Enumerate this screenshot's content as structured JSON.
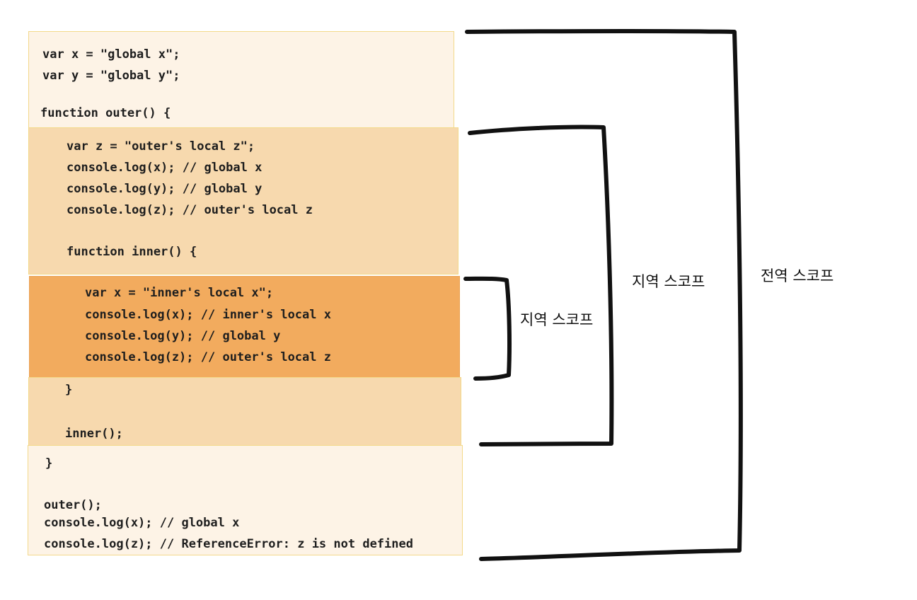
{
  "code": {
    "global_top": [
      "var x = \"global x\";",
      "var y = \"global y\";",
      "function outer() {"
    ],
    "outer_top": [
      "var z = \"outer's local z\";",
      "console.log(x); // global x",
      "console.log(y); // global y",
      "console.log(z); // outer's local z",
      "function inner() {"
    ],
    "inner": [
      "var x = \"inner's local x\";",
      "console.log(x); // inner's local x",
      "console.log(y); // global y",
      "console.log(z); // outer's local z"
    ],
    "outer_bottom": [
      "}",
      "inner();"
    ],
    "global_bottom": [
      "}",
      "outer();",
      "console.log(x); // global x",
      "console.log(z); // ReferenceError: z is not defined"
    ]
  },
  "labels": {
    "inner_scope": "지역 스코프",
    "outer_scope": "지역 스코프",
    "global_scope": "전역 스코프"
  },
  "colors": {
    "global_bg": "#fdf3e6",
    "outer_bg": "#f7d9ae",
    "inner_bg": "#f2ab5e",
    "block_border": "#f3d98a",
    "bracket": "#111111"
  }
}
